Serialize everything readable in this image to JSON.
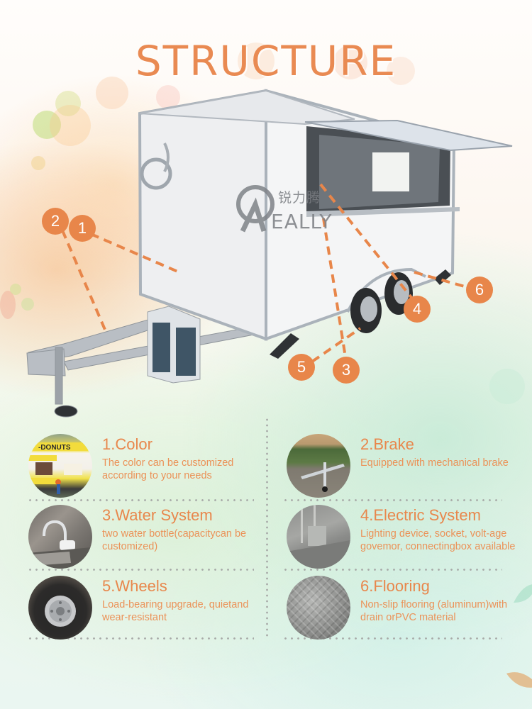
{
  "page": {
    "title": "STRUCTURE",
    "colors": {
      "accent": "#e8864a",
      "text_accent": "#eb9258",
      "dot_separator": "#a8aaa8"
    }
  },
  "hero": {
    "image": "white-concession-food-trailer",
    "watermark": {
      "brand_cn": "锐力腾",
      "brand_en": "EALLY",
      "logo_letter": "R"
    },
    "callouts": [
      {
        "number": "1",
        "target": "trailer-body-color"
      },
      {
        "number": "2",
        "target": "brake"
      },
      {
        "number": "3",
        "target": "water-system"
      },
      {
        "number": "4",
        "target": "electric-system"
      },
      {
        "number": "5",
        "target": "wheels"
      },
      {
        "number": "6",
        "target": "flooring"
      }
    ]
  },
  "features": [
    {
      "title": "1.Color",
      "description": "The color can be customized according to your needs",
      "image": "donut-food-trailer-photo"
    },
    {
      "title": "2.Brake",
      "description": "Equipped with mechanical brake",
      "image": "trailer-tongue-brake-photo"
    },
    {
      "title": "3.Water System",
      "description": "two water bottle(capacitycan be customized)",
      "image": "faucet-sink-photo"
    },
    {
      "title": "4.Electric System",
      "description": "Lighting device, socket, volt-age govemor, connectingbox available",
      "image": "interior-lighting-photo"
    },
    {
      "title": "5.Wheels",
      "description": "Load-bearing upgrade, quietand wear-resistant",
      "image": "trailer-wheel-photo"
    },
    {
      "title": "6.Flooring",
      "description": "Non-slip flooring (aluminum)with drain orPVC material",
      "image": "aluminum-checker-plate-photo"
    }
  ]
}
